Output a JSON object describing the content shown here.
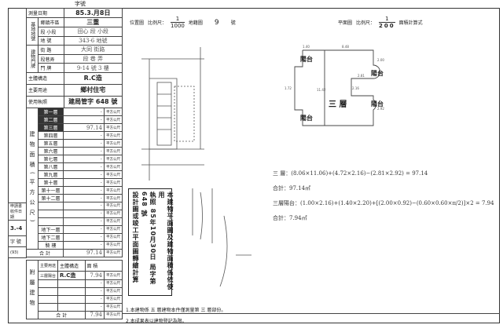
{
  "header": {
    "top_mark": "字號"
  },
  "table": {
    "survey_date_label": "測量日期",
    "survey_date": "85.3.月8日",
    "location_label": "基地地號",
    "district_label": "鄉鎮市區",
    "district": "三重",
    "section_label": "段 小段",
    "section": "田心 段 小段",
    "lot_label": "地 號",
    "lot": "343-6 地號",
    "doorplate_label": "建物門牌",
    "street_label": "街 路",
    "street": "大同 街路",
    "lane_label": "段巷弄",
    "lane": "段 巷 弄",
    "number_label": "門 牌",
    "number": "9-14 號 3 樓",
    "structure_label": "主體構造",
    "structure": "R.C造",
    "usage_label": "主要用途",
    "usage": "鄉村住宅",
    "permit_label": "使用執照",
    "permit": "建局管字 648 號",
    "area_label": "建物面積(平方公尺)",
    "unit": "平方公尺",
    "floors": [
      {
        "name": "第一層",
        "value": "·"
      },
      {
        "name": "第二層",
        "value": "·"
      },
      {
        "name": "第三層",
        "value": "97.14"
      },
      {
        "name": "第四層",
        "value": "·"
      },
      {
        "name": "第五層",
        "value": "·"
      },
      {
        "name": "第六層",
        "value": "·"
      },
      {
        "name": "第七層",
        "value": "·"
      },
      {
        "name": "第八層",
        "value": "·"
      },
      {
        "name": "第九層",
        "value": "·"
      },
      {
        "name": "第十層",
        "value": "·"
      },
      {
        "name": "第十一層",
        "value": "·"
      },
      {
        "name": "第十二層",
        "value": "·"
      },
      {
        "name": "",
        "value": "·"
      },
      {
        "name": "",
        "value": "·"
      },
      {
        "name": "",
        "value": "·"
      },
      {
        "name": "地下一層",
        "value": "·"
      },
      {
        "name": "地下二層",
        "value": "·"
      },
      {
        "name": "騎 樓",
        "value": "·"
      },
      {
        "name": "合 計",
        "value": "97.14"
      }
    ],
    "side": {
      "apply_label": "申請書收件日期",
      "apply_date": "3.-4",
      "word_label": "字 號",
      "word_value": "(93)"
    },
    "annex_label": "附屬建物",
    "annex_use_label": "主要用途",
    "annex_struct_label": "主體構造",
    "annex_area_label": "面 積",
    "annex_rows": [
      {
        "use": "三層陽台",
        "struct": "R.C造",
        "value": "7.94"
      },
      {
        "use": "",
        "struct": "",
        "value": "·"
      },
      {
        "use": "",
        "struct": "",
        "value": "·"
      },
      {
        "use": "",
        "struct": "",
        "value": "·"
      },
      {
        "use": "",
        "struct": "",
        "value": "·"
      }
    ],
    "annex_total_label": "合 計",
    "annex_total": "7.94"
  },
  "site_plan": {
    "label": "位置圖",
    "scale_label": "比例尺：",
    "scale_num": "1",
    "scale_den": "1000",
    "map_label": "地籍圖",
    "map_no": "9",
    "map_suffix": "號"
  },
  "floor_plan": {
    "label": "平面圖",
    "scale_label": "比例尺：",
    "scale_num": "1",
    "scale_den": "200",
    "calc_label": "面積計算式",
    "floor_name": "三 層",
    "balcony": "陽台",
    "dims": [
      "8.48",
      "1.40",
      "1.72",
      "11.42",
      "2.16",
      "2.00",
      "2.81",
      "2.92"
    ]
  },
  "formulas": [
    "三 層：(8.06×11.06)+(4.72×2.16)−(2.81×2.92) = 97.14",
    "合計：97.14㎡",
    "三層陽台：(1.00×2.16)+(1.40×2.20)+[(2.00×0.92)−(0.60×0.60×π/2)]×2 = 7.94",
    "合計：7.94㎡"
  ],
  "stamp": [
    "本建物平面圖及建物面積係依使用",
    "執照 85年10月30日 局字第 648 號",
    "設計圖或竣工平面圖轉繪計算"
  ],
  "notes": [
    "1.本建物係 五 層建物本件僅測量第 三 層部份。",
    "2.本成果表以建物登記為限。"
  ]
}
